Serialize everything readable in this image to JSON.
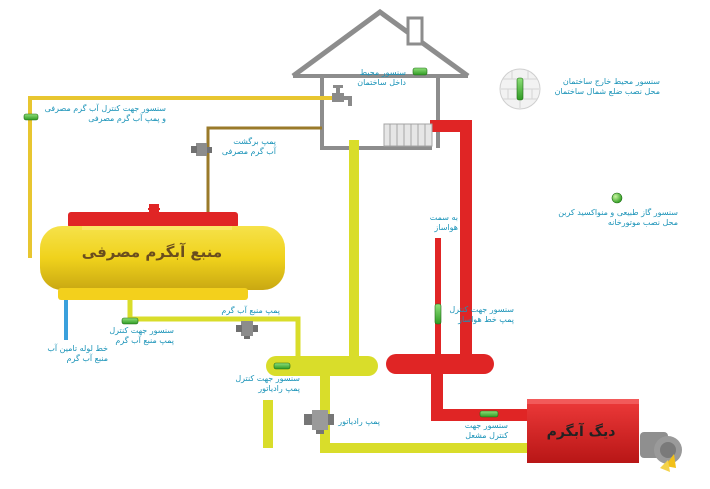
{
  "colors": {
    "hot_water_pipe": "#e8c630",
    "heating_pipe": "#d9dd2a",
    "boiler_red": "#e02525",
    "return_pipe": "#9a7a2a",
    "cold_water": "#3aa0dc",
    "label_text": "#1a93b8",
    "sensor_green": "#35b02a"
  },
  "house": {
    "label": "سنسور محیط\nداخل ساختمان"
  },
  "outdoor_sensor": {
    "label": "سنسور محیط خارج ساختمان\nمحل نصب ضلع شمال ساختمان"
  },
  "hot_water_pump_sensor": {
    "label": "سنسور جهت کنترل آب گرم مصرفی\nو پمپ آب گرم مصرفی"
  },
  "return_pump": {
    "label": "پمپ برگشت\nآب گرم مصرفی"
  },
  "tank": {
    "title": "منبع آبگرم مصرفی"
  },
  "tank_pump_sensor": {
    "label": "سنسور جهت کنترل\nپمپ منبع آب گرم"
  },
  "tank_pump": {
    "label": "پمپ منبع آب گرم"
  },
  "cold_water": {
    "label": "خط لوله تامین آب\nمنبع آب گرم"
  },
  "radiator_pump_sensor": {
    "label": "سنسور جهت کنترل\nپمپ رادیاتور"
  },
  "radiator_pump": {
    "label": "پمپ رادیاتور"
  },
  "air_vent": {
    "label": "به سمت\nهواساز"
  },
  "air_vent_pump_sensor": {
    "label": "سنسور جهت کنترل\nپمپ خط هواساز"
  },
  "gas_sensor": {
    "label": "سنسور گاز طبیعی و منواکسید کربن\nمحل نصب موتورخانه"
  },
  "boiler_sensor": {
    "label": "سنسور جهت\nکنترل مشعل"
  },
  "boiler": {
    "title": "دیگ آبگرم"
  }
}
